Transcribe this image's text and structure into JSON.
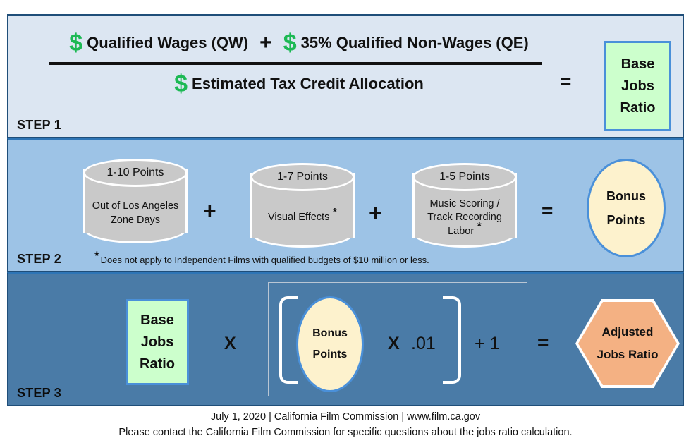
{
  "steps": [
    {
      "id": "step1",
      "label": "STEP 1",
      "numerator": {
        "term1": {
          "currency": "$",
          "text": "Qualified Wages  (QW)"
        },
        "operator": "+",
        "term2": {
          "currency": "$",
          "text": "35% Qualified Non-Wages (QE)"
        }
      },
      "denominator": {
        "currency": "$",
        "text": "Estimated Tax Credit Allocation"
      },
      "equals": "=",
      "result": {
        "line1": "Base",
        "line2": "Jobs",
        "line3": "Ratio"
      }
    },
    {
      "id": "step2",
      "label": "STEP 2",
      "cylinders": [
        {
          "points": "1-10 Points",
          "line1": "Out of Los Angeles",
          "line2": "Zone Days",
          "asterisk": false
        },
        {
          "points": "1-7 Points",
          "line1": "Visual Effects",
          "line2": "",
          "asterisk": true
        },
        {
          "points": "1-5 Points",
          "line1": "Music Scoring /",
          "line2": "Track Recording",
          "line3": "Labor",
          "asterisk": true
        }
      ],
      "operators": [
        "+",
        "+"
      ],
      "equals": "=",
      "result": {
        "line1": "Bonus",
        "line2": "Points"
      },
      "footnote_marker": "*",
      "footnote": "Does not apply to Independent Films with qualified budgets of $10 million or less."
    },
    {
      "id": "step3",
      "label": "STEP 3",
      "base": {
        "line1": "Base",
        "line2": "Jobs",
        "line3": "Ratio"
      },
      "multiply_outer": "X",
      "bonus": {
        "line1": "Bonus",
        "line2": "Points"
      },
      "multiply_inner": "X",
      "factor": ".01",
      "add": "+ 1",
      "equals": "=",
      "result": {
        "line1": "Adjusted",
        "line2": "Jobs Ratio"
      }
    }
  ],
  "footer": {
    "line1": "July 1, 2020   |   California Film Commission  |   www.film.ca.gov",
    "line2": "Please contact the California Film Commission for specific questions about the jobs ratio calculation."
  },
  "colors": {
    "band1_bg": "#dce6f2",
    "band2_bg": "#9dc3e6",
    "band3_bg": "#4a7ba7",
    "band_border": "#1f4e79",
    "green_box": "#ccffcc",
    "green_box_border": "#4a90d9",
    "dollar_green": "#1db954",
    "cylinder_gray": "#c9c9c9",
    "ellipse_cream": "#fdf2cd",
    "hexagon_salmon": "#f4b183"
  }
}
